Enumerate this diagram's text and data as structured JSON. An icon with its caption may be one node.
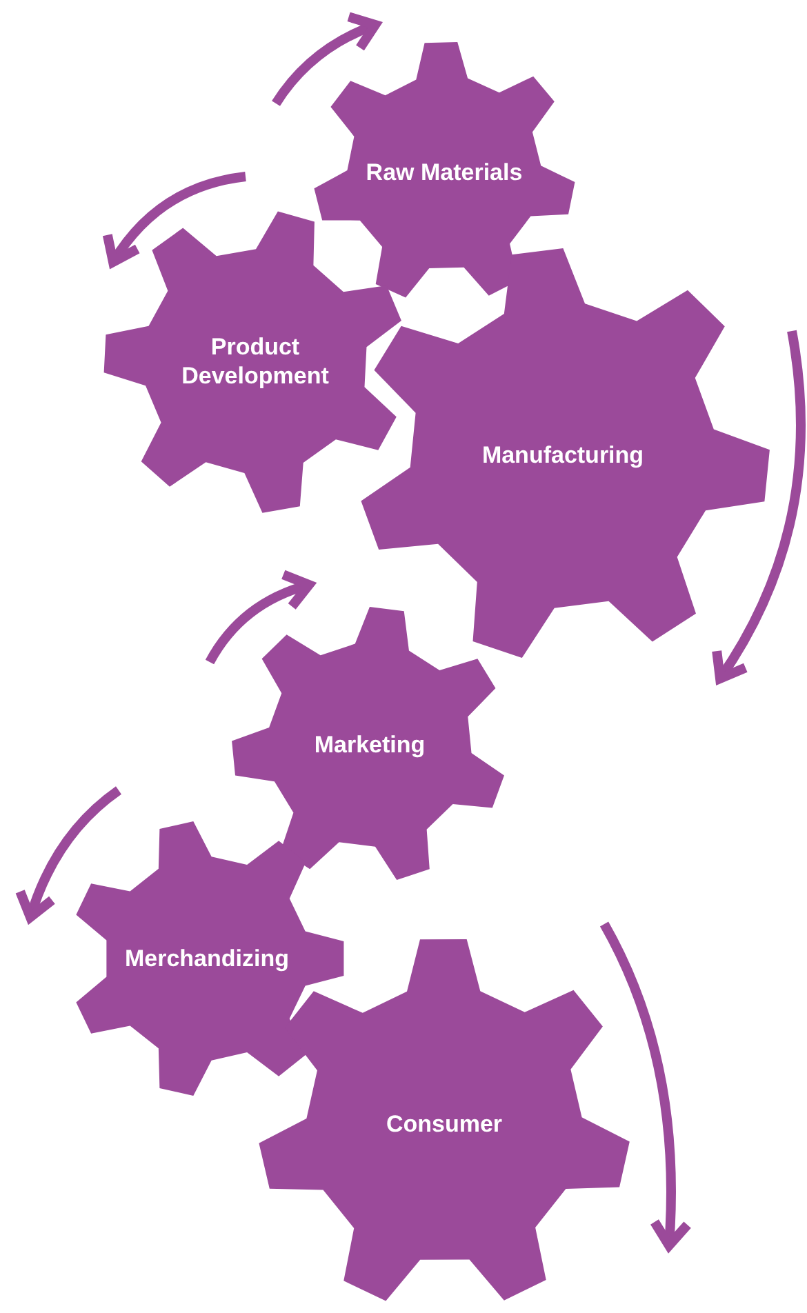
{
  "diagram": {
    "nodes": [
      {
        "text": [
          "Raw Materials"
        ]
      },
      {
        "text": [
          "Product Development"
        ]
      },
      {
        "text": [
          "Manufacturing"
        ]
      },
      {
        "text": [
          "Marketing"
        ]
      },
      {
        "text": [
          "Merchandizing"
        ]
      },
      {
        "text": [
          "Consumer"
        ]
      }
    ],
    "edges": []
  }
}
